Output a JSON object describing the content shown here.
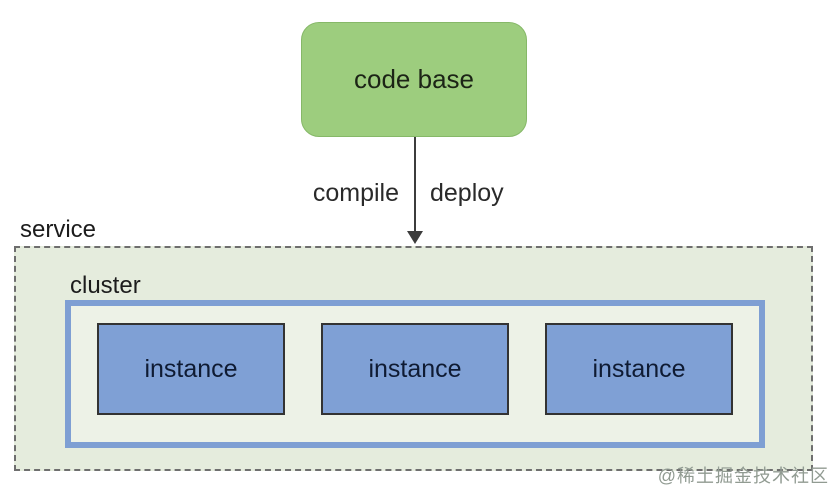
{
  "diagram": {
    "code_base": {
      "label": "code base"
    },
    "arrow": {
      "left_label": "compile",
      "right_label": "deploy"
    },
    "service": {
      "label": "service",
      "cluster": {
        "label": "cluster",
        "instances": [
          {
            "label": "instance"
          },
          {
            "label": "instance"
          },
          {
            "label": "instance"
          }
        ]
      }
    },
    "watermark": "@稀土掘金技术社区",
    "colors": {
      "code_base_fill": "#9dcd7e",
      "code_base_border": "#86b868",
      "service_fill": "#e5ecdd",
      "service_border": "#6e6e6e",
      "cluster_fill": "#edf2e7",
      "cluster_border": "#7e9fd3",
      "instance_fill": "#7fa0d5",
      "instance_border": "#333333",
      "arrow_color": "#3c3c3c",
      "watermark_color": "#919b92"
    }
  }
}
